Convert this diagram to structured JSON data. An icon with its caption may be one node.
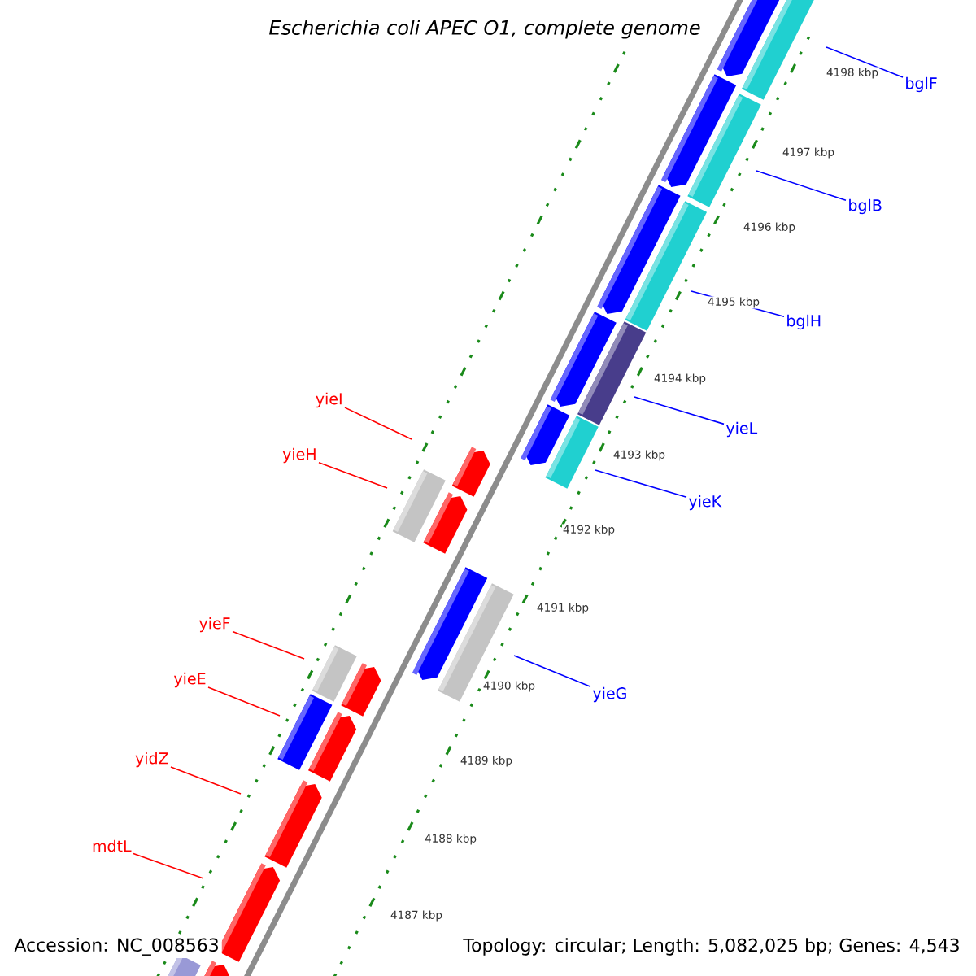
{
  "diagram": {
    "title": "Escherichia coli APEC O1, complete genome",
    "nodes": [
      {
        "text": [
          "bglF"
        ]
      },
      {
        "text": [
          "bglB"
        ]
      },
      {
        "text": [
          "bglH"
        ]
      },
      {
        "text": [
          "yieI"
        ]
      },
      {
        "text": [
          "yieL"
        ]
      },
      {
        "text": [
          "yieH"
        ]
      },
      {
        "text": [
          "yieK"
        ]
      },
      {
        "text": [
          "yieF"
        ]
      },
      {
        "text": [
          "yieG"
        ]
      },
      {
        "text": [
          "yieE"
        ]
      },
      {
        "text": [
          "yidZ"
        ]
      },
      {
        "text": [
          "mdtL"
        ]
      }
    ],
    "edges": [
      {
        "from": 0,
        "to": null,
        "arrow": "none",
        "color": "#0000ff"
      },
      {
        "from": 1,
        "to": null,
        "arrow": "none",
        "color": "#0000ff"
      },
      {
        "from": 2,
        "to": null,
        "arrow": "none",
        "color": "#0000ff"
      },
      {
        "from": 3,
        "to": null,
        "arrow": "none",
        "color": "#ff0000"
      },
      {
        "from": 4,
        "to": null,
        "arrow": "none",
        "color": "#0000ff"
      },
      {
        "from": 5,
        "to": null,
        "arrow": "none",
        "color": "#ff0000"
      },
      {
        "from": 6,
        "to": null,
        "arrow": "none",
        "color": "#0000ff"
      },
      {
        "from": 7,
        "to": null,
        "arrow": "none",
        "color": "#ff0000"
      },
      {
        "from": 8,
        "to": null,
        "arrow": "none",
        "color": "#0000ff"
      },
      {
        "from": 9,
        "to": null,
        "arrow": "none",
        "color": "#ff0000"
      },
      {
        "from": 10,
        "to": null,
        "arrow": "none",
        "color": "#ff0000"
      },
      {
        "from": 11,
        "to": null,
        "arrow": "none",
        "color": "#ff0000"
      }
    ],
    "labels": [
      "4198 kbp",
      "4197 kbp",
      "4196 kbp",
      "4195 kbp",
      "4194 kbp",
      "4193 kbp",
      "4192 kbp",
      "4191 kbp",
      "4190 kbp",
      "4189 kbp",
      "4188 kbp",
      "4187 kbp",
      "Accession: NC_008563",
      "Topology: circular; Length: 5,082,025 bp; Genes: 4,543"
    ]
  }
}
